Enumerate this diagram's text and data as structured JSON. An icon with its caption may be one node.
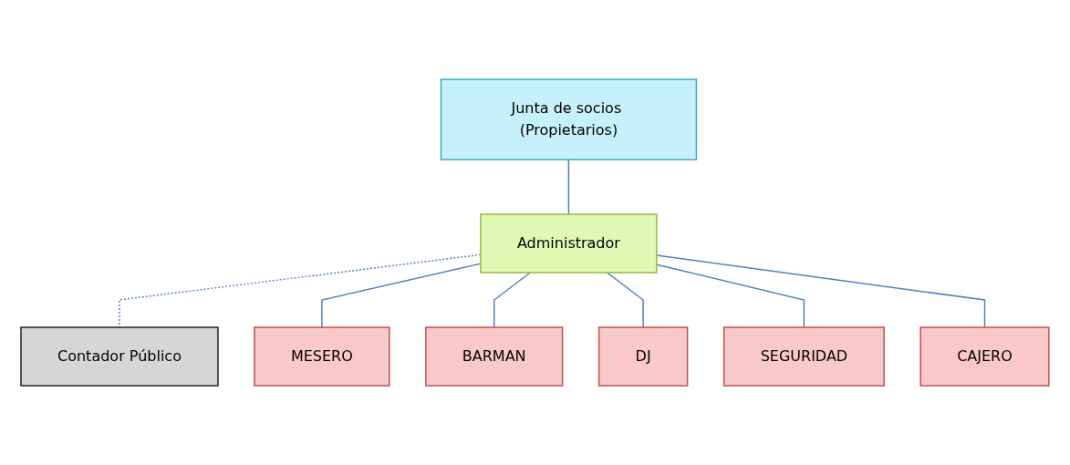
{
  "diagram": {
    "nodes": [
      {
        "text": [
          "Junta de socios (Propietarios)"
        ]
      },
      {
        "text": [
          "Administrador"
        ]
      },
      {
        "text": [
          "Contador Público"
        ]
      },
      {
        "text": [
          "MESERO"
        ]
      },
      {
        "text": [
          "BARMAN"
        ]
      },
      {
        "text": [
          "DJ"
        ]
      },
      {
        "text": [
          "SEGURIDAD"
        ]
      },
      {
        "text": [
          "CAJERO"
        ]
      }
    ],
    "edges": [
      {
        "from": 0,
        "to": 1,
        "arrow": "none"
      },
      {
        "from": 1,
        "to": 2,
        "arrow": "none",
        "style": "dashed"
      },
      {
        "from": 1,
        "to": 3,
        "arrow": "none"
      },
      {
        "from": 1,
        "to": 4,
        "arrow": "none"
      },
      {
        "from": 1,
        "to": 5,
        "arrow": "none"
      },
      {
        "from": 1,
        "to": 6,
        "arrow": "none"
      },
      {
        "from": 1,
        "to": 7,
        "arrow": "none"
      }
    ]
  }
}
